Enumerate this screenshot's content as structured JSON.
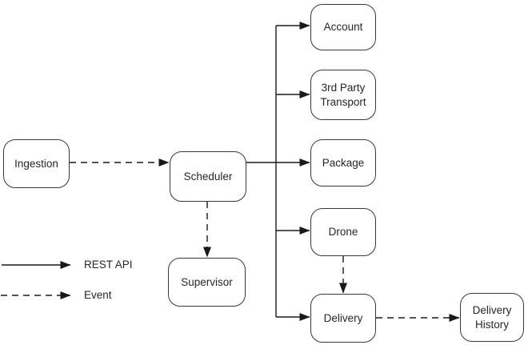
{
  "diagram": {
    "nodes": {
      "ingestion": {
        "label": "Ingestion"
      },
      "scheduler": {
        "label": "Scheduler"
      },
      "supervisor": {
        "label": "Supervisor"
      },
      "account": {
        "label": "Account"
      },
      "third_party_transport": {
        "label": "3rd Party Transport"
      },
      "package": {
        "label": "Package"
      },
      "drone": {
        "label": "Drone"
      },
      "delivery": {
        "label": "Delivery"
      },
      "delivery_history": {
        "label": "Delivery History"
      }
    },
    "edges": [
      {
        "from": "Ingestion",
        "to": "Scheduler",
        "type": "Event"
      },
      {
        "from": "Scheduler",
        "to": "Account",
        "type": "REST API"
      },
      {
        "from": "Scheduler",
        "to": "3rd Party Transport",
        "type": "REST API"
      },
      {
        "from": "Scheduler",
        "to": "Package",
        "type": "REST API"
      },
      {
        "from": "Scheduler",
        "to": "Drone",
        "type": "REST API"
      },
      {
        "from": "Scheduler",
        "to": "Delivery",
        "type": "REST API"
      },
      {
        "from": "Scheduler",
        "to": "Supervisor",
        "type": "Event"
      },
      {
        "from": "Drone",
        "to": "Delivery",
        "type": "Event"
      },
      {
        "from": "Delivery",
        "to": "Delivery History",
        "type": "Event"
      }
    ],
    "legend": {
      "rest_api": {
        "label": "REST API",
        "line_style": "solid"
      },
      "event": {
        "label": "Event",
        "line_style": "dashed"
      }
    },
    "colors": {
      "line": "#1a1a1a",
      "box_border": "#383838",
      "text": "#262626",
      "background": "#ffffff"
    }
  }
}
